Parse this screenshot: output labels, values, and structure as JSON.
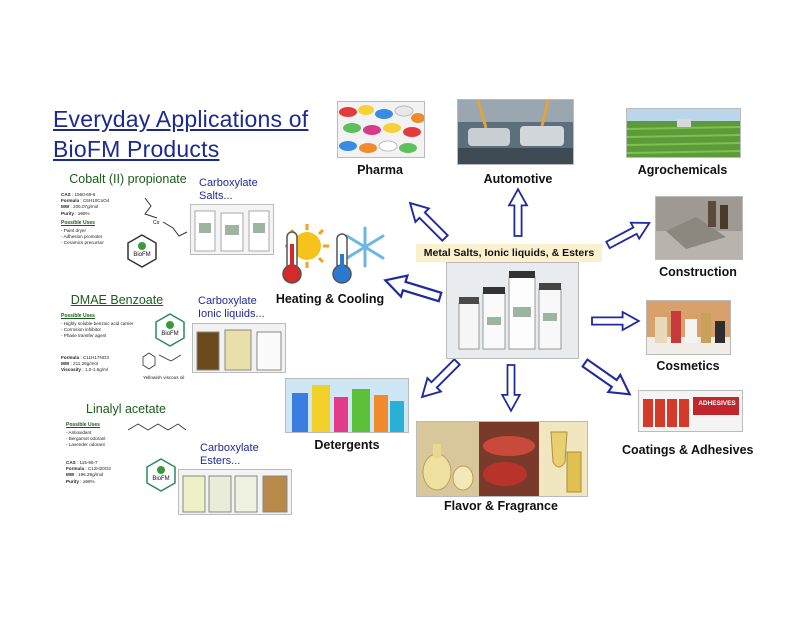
{
  "title_line1": "Everyday Applications of",
  "title_line2": "BioFM Products",
  "center_label": "Metal Salts, Ionic liquids, & Esters",
  "applications": {
    "pharma": "Pharma",
    "automotive": "Automotive",
    "agrochemicals": "Agrochemicals",
    "construction": "Construction",
    "cosmetics": "Cosmetics",
    "coatings": "Coatings & Adhesives",
    "flavor": "Flavor & Fragrance",
    "detergents": "Detergents",
    "heating": "Heating & Cooling"
  },
  "adhesives_sign": "ADHESIVES",
  "logo_text": "BioFM",
  "cards": {
    "cobalt": {
      "title": "Cobalt (II) propionate",
      "specs": [
        {
          "k": "CAS",
          "v": "1560-69-6"
        },
        {
          "k": "Formula",
          "v": "C6H10CoO4"
        },
        {
          "k": "MW",
          "v": "205.07g/mol"
        },
        {
          "k": "Purity",
          "v": "≥98%"
        }
      ],
      "uses_title": "Possible Uses",
      "uses": [
        "- Paint dryer",
        "- Adhesion promoter",
        "- Ceramics precursor"
      ]
    },
    "dmae": {
      "title": "DMAE Benzoate",
      "uses_title": "Possible Uses",
      "uses": [
        "- Highly soluble benzoic acid carrier",
        "- Corrosion inhibitor",
        "- Phase transfer agent"
      ],
      "specs": [
        {
          "k": "Formula",
          "v": "C11H17NO3"
        },
        {
          "k": "MW",
          "v": "211.26g/mol"
        },
        {
          "k": "Viscosity",
          "v": "1.0-1.6g/ml"
        }
      ],
      "note": "Yellowish viscous oil"
    },
    "linalyl": {
      "title": "Linalyl acetate",
      "uses_title": "Possible Uses",
      "uses": [
        "- Antioxidant",
        "- Bergamot odorant",
        "- Lavender odorant"
      ],
      "specs": [
        {
          "k": "CAS",
          "v": "115-95-7"
        },
        {
          "k": "Formula",
          "v": "C12H20O2"
        },
        {
          "k": "MW",
          "v": "196.29g/mol"
        },
        {
          "k": "Purity",
          "v": "≥98%"
        }
      ]
    }
  },
  "carboxylate": {
    "salts": [
      "Carboxylate",
      "Salts..."
    ],
    "ionic": [
      "Carboxylate",
      "Ionic liquids..."
    ],
    "esters": [
      "Carboxylate",
      "Esters..."
    ]
  },
  "colors": {
    "title": "#1c2a8f",
    "arrow": "#1f2a9c",
    "card_title": "#1a5c1a",
    "center_bg": "#fbf1cf"
  }
}
